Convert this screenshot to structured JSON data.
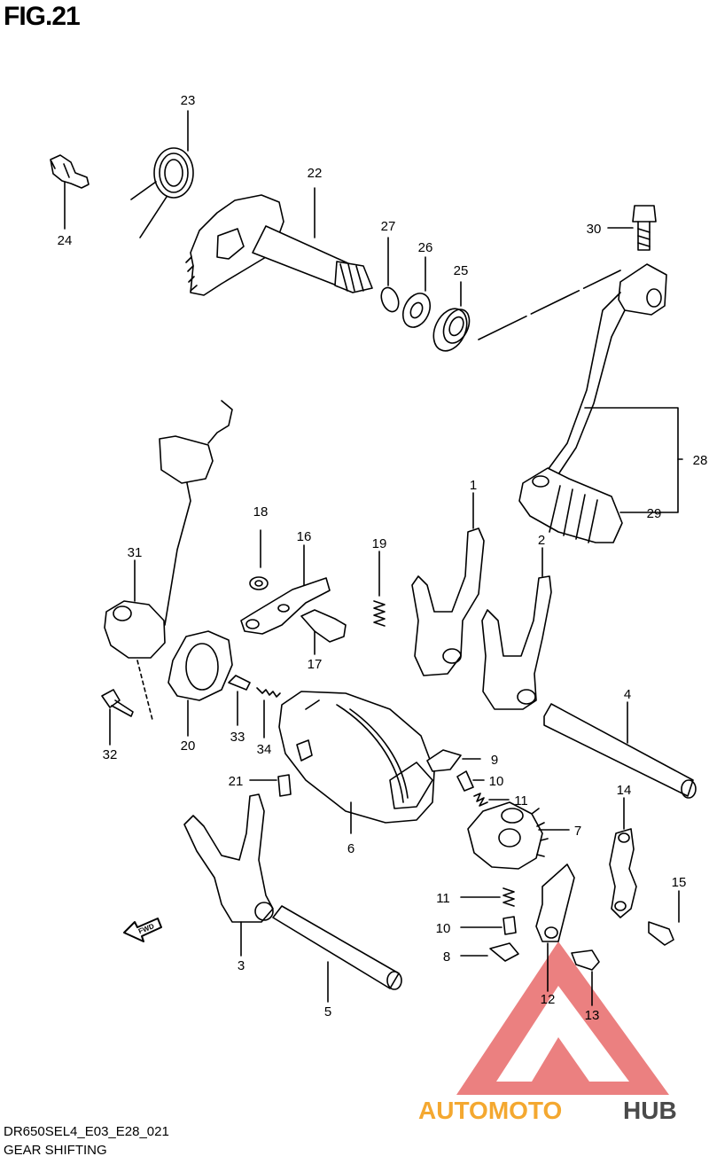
{
  "figure": {
    "title": "FIG.21"
  },
  "footer": {
    "code": "DR650SEL4_E03_E28_021",
    "subtitle": "GEAR SHIFTING"
  },
  "watermark": {
    "part1": "AUTOMOTO",
    "part2": "HUB",
    "color1": "#f4a830",
    "color2": "#4a4a4a",
    "triangle_color": "#e86a6a"
  },
  "callouts": {
    "c1": "1",
    "c2": "2",
    "c3": "3",
    "c4": "4",
    "c5": "5",
    "c6": "6",
    "c7": "7",
    "c8": "8",
    "c9": "9",
    "c10a": "10",
    "c10b": "10",
    "c11a": "11",
    "c11b": "11",
    "c12": "12",
    "c13": "13",
    "c14": "14",
    "c15": "15",
    "c16": "16",
    "c17": "17",
    "c18": "18",
    "c19": "19",
    "c20": "20",
    "c21": "21",
    "c22": "22",
    "c23": "23",
    "c24": "24",
    "c25": "25",
    "c26": "26",
    "c27": "27",
    "c28": "28",
    "c29": "29",
    "c30": "30",
    "c31": "31",
    "c32": "32",
    "c33": "33",
    "c34": "34"
  },
  "fwd_arrow": {
    "label": "FWD"
  }
}
